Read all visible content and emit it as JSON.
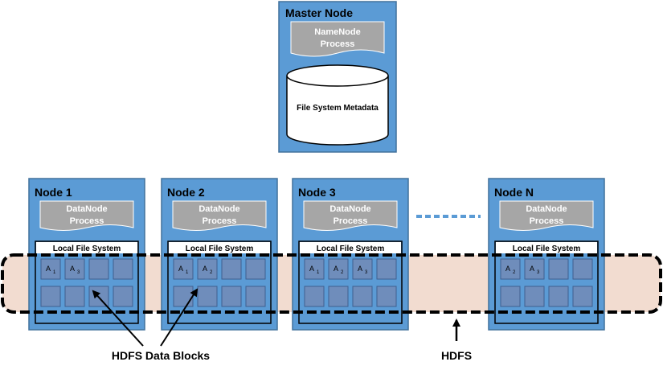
{
  "colors": {
    "node_fill": "#5b9bd5",
    "node_border": "#41719c",
    "process_fill": "#a6a6a6",
    "block_fill": "#6f8dbb",
    "block_border": "#3f5f8f",
    "hdfs_band": "#f2dcd0",
    "dots": "#5b9bd5"
  },
  "master": {
    "title": "Master Node",
    "process_line1": "NameNode",
    "process_line2": "Process",
    "storage_label": "File System Metadata"
  },
  "nodes": [
    {
      "title": "Node 1",
      "process_line1": "DataNode",
      "process_line2": "Process",
      "lfs_label": "Local File System",
      "blocks": [
        {
          "label": "A",
          "sub": "1"
        },
        {
          "label": "A",
          "sub": "3"
        },
        {
          "label": "",
          "sub": ""
        },
        {
          "label": "",
          "sub": ""
        },
        {
          "label": "",
          "sub": ""
        },
        {
          "label": "",
          "sub": ""
        },
        {
          "label": "",
          "sub": ""
        },
        {
          "label": "",
          "sub": ""
        }
      ]
    },
    {
      "title": "Node 2",
      "process_line1": "DataNode",
      "process_line2": "Process",
      "lfs_label": "Local File System",
      "blocks": [
        {
          "label": "A",
          "sub": "1"
        },
        {
          "label": "A",
          "sub": "2"
        },
        {
          "label": "",
          "sub": ""
        },
        {
          "label": "",
          "sub": ""
        },
        {
          "label": "",
          "sub": ""
        },
        {
          "label": "",
          "sub": ""
        },
        {
          "label": "",
          "sub": ""
        },
        {
          "label": "",
          "sub": ""
        }
      ]
    },
    {
      "title": "Node 3",
      "process_line1": "DataNode",
      "process_line2": "Process",
      "lfs_label": "Local File System",
      "blocks": [
        {
          "label": "A",
          "sub": "1"
        },
        {
          "label": "A",
          "sub": "2"
        },
        {
          "label": "A",
          "sub": "3"
        },
        {
          "label": "",
          "sub": ""
        },
        {
          "label": "",
          "sub": ""
        },
        {
          "label": "",
          "sub": ""
        },
        {
          "label": "",
          "sub": ""
        },
        {
          "label": "",
          "sub": ""
        }
      ]
    },
    {
      "title": "Node N",
      "process_line1": "DataNode",
      "process_line2": "Process",
      "lfs_label": "Local File System",
      "blocks": [
        {
          "label": "A",
          "sub": "2"
        },
        {
          "label": "A",
          "sub": "3"
        },
        {
          "label": "",
          "sub": ""
        },
        {
          "label": "",
          "sub": ""
        },
        {
          "label": "",
          "sub": ""
        },
        {
          "label": "",
          "sub": ""
        },
        {
          "label": "",
          "sub": ""
        },
        {
          "label": "",
          "sub": ""
        }
      ]
    }
  ],
  "captions": {
    "blocks_label": "HDFS Data Blocks",
    "hdfs_label": "HDFS"
  }
}
